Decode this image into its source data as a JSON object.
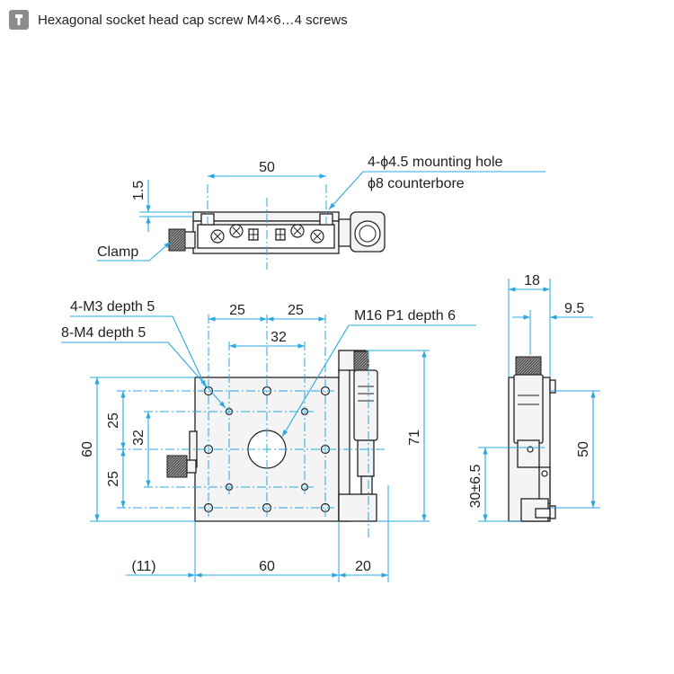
{
  "header": {
    "icon": "screw-info-icon",
    "text": "Hexagonal socket head cap screw M4×6…4 screws"
  },
  "side_view": {
    "dim_width": "50",
    "dim_height": "1.5",
    "mounting_hole_line1": "4-ϕ4.5 mounting hole",
    "mounting_hole_line2": "ϕ8 counterbore",
    "clamp_label": "Clamp"
  },
  "top_view": {
    "m3_label": "4-M3 depth 5",
    "m4_label": "8-M4 depth 5",
    "m16_label": "M16 P1 depth 6",
    "dim_25_left": "25",
    "dim_25_right": "25",
    "dim_32_top": "32",
    "dim_60_left": "60",
    "dim_25_upper": "25",
    "dim_32_left": "32",
    "dim_25_lower": "25",
    "dim_71": "71",
    "dim_11": "(11)",
    "dim_60_bottom": "60",
    "dim_20": "20"
  },
  "end_view": {
    "dim_18": "18",
    "dim_9_5": "9.5",
    "dim_50": "50",
    "dim_30": "30±6.5"
  },
  "colors": {
    "dimension_line": "#29a9e0",
    "outline": "#231f20",
    "icon_bg": "#8c8c8c"
  }
}
